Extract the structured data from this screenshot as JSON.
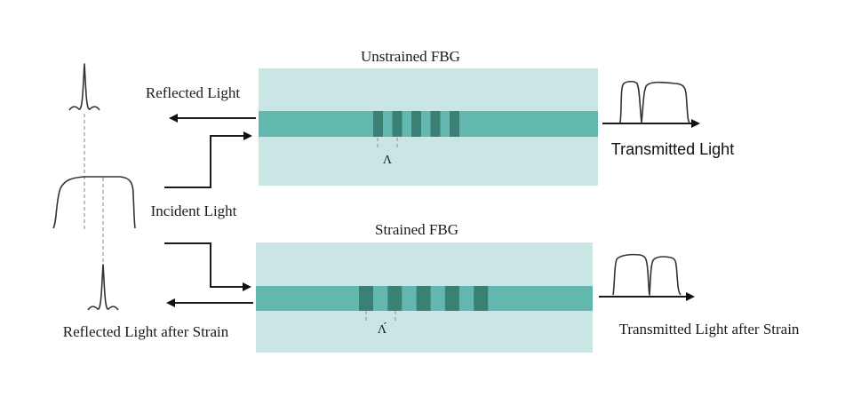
{
  "top_panel": {
    "title": "Unstrained FBG",
    "period_label": "Λ",
    "grating_count": 5,
    "reflected_label": "Reflected Light",
    "transmitted_label": "Transmitted Light"
  },
  "bottom_panel": {
    "title": "Strained FBG",
    "period_label": "Λ́",
    "grating_count": 5,
    "reflected_label": "Reflected Light after Strain",
    "transmitted_label": "Transmitted Light after Strain"
  },
  "incident_label": "Incident Light",
  "colors": {
    "cladding": "#c9e6e4",
    "core": "#62b8ae",
    "grating": "#3b8075"
  }
}
